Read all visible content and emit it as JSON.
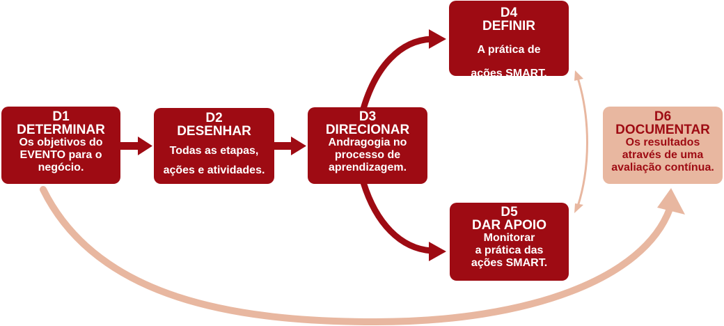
{
  "steps": [
    {
      "id": "D1",
      "title": "D1",
      "name": "DETERMINAR",
      "desc": [
        "Os objetivos do",
        "EVENTO para o",
        "negócio."
      ],
      "tone": "dark"
    },
    {
      "id": "D2",
      "title": "D2",
      "name": "DESENHAR",
      "desc": [
        "Todas as etapas,",
        "ações e atividades."
      ],
      "tone": "dark"
    },
    {
      "id": "D3",
      "title": "D3",
      "name": "DIRECIONAR",
      "desc": [
        "Andragogia no",
        "processo de",
        "aprendizagem."
      ],
      "tone": "dark"
    },
    {
      "id": "D4",
      "title": "D4",
      "name": "DEFINIR",
      "desc": [
        "A prática de",
        "ações SMART."
      ],
      "tone": "dark"
    },
    {
      "id": "D5",
      "title": "D5",
      "name": "DAR APOIO",
      "desc": [
        "Monitorar",
        "a prática das",
        "ações SMART."
      ],
      "tone": "dark"
    },
    {
      "id": "D6",
      "title": "D6",
      "name": "DOCUMENTAR",
      "desc": [
        "Os resultados",
        "através de uma",
        "avaliação contínua."
      ],
      "tone": "light"
    }
  ],
  "colors": {
    "dark": "#9e0b13",
    "light": "#e8b7a0",
    "white": "#ffffff"
  }
}
